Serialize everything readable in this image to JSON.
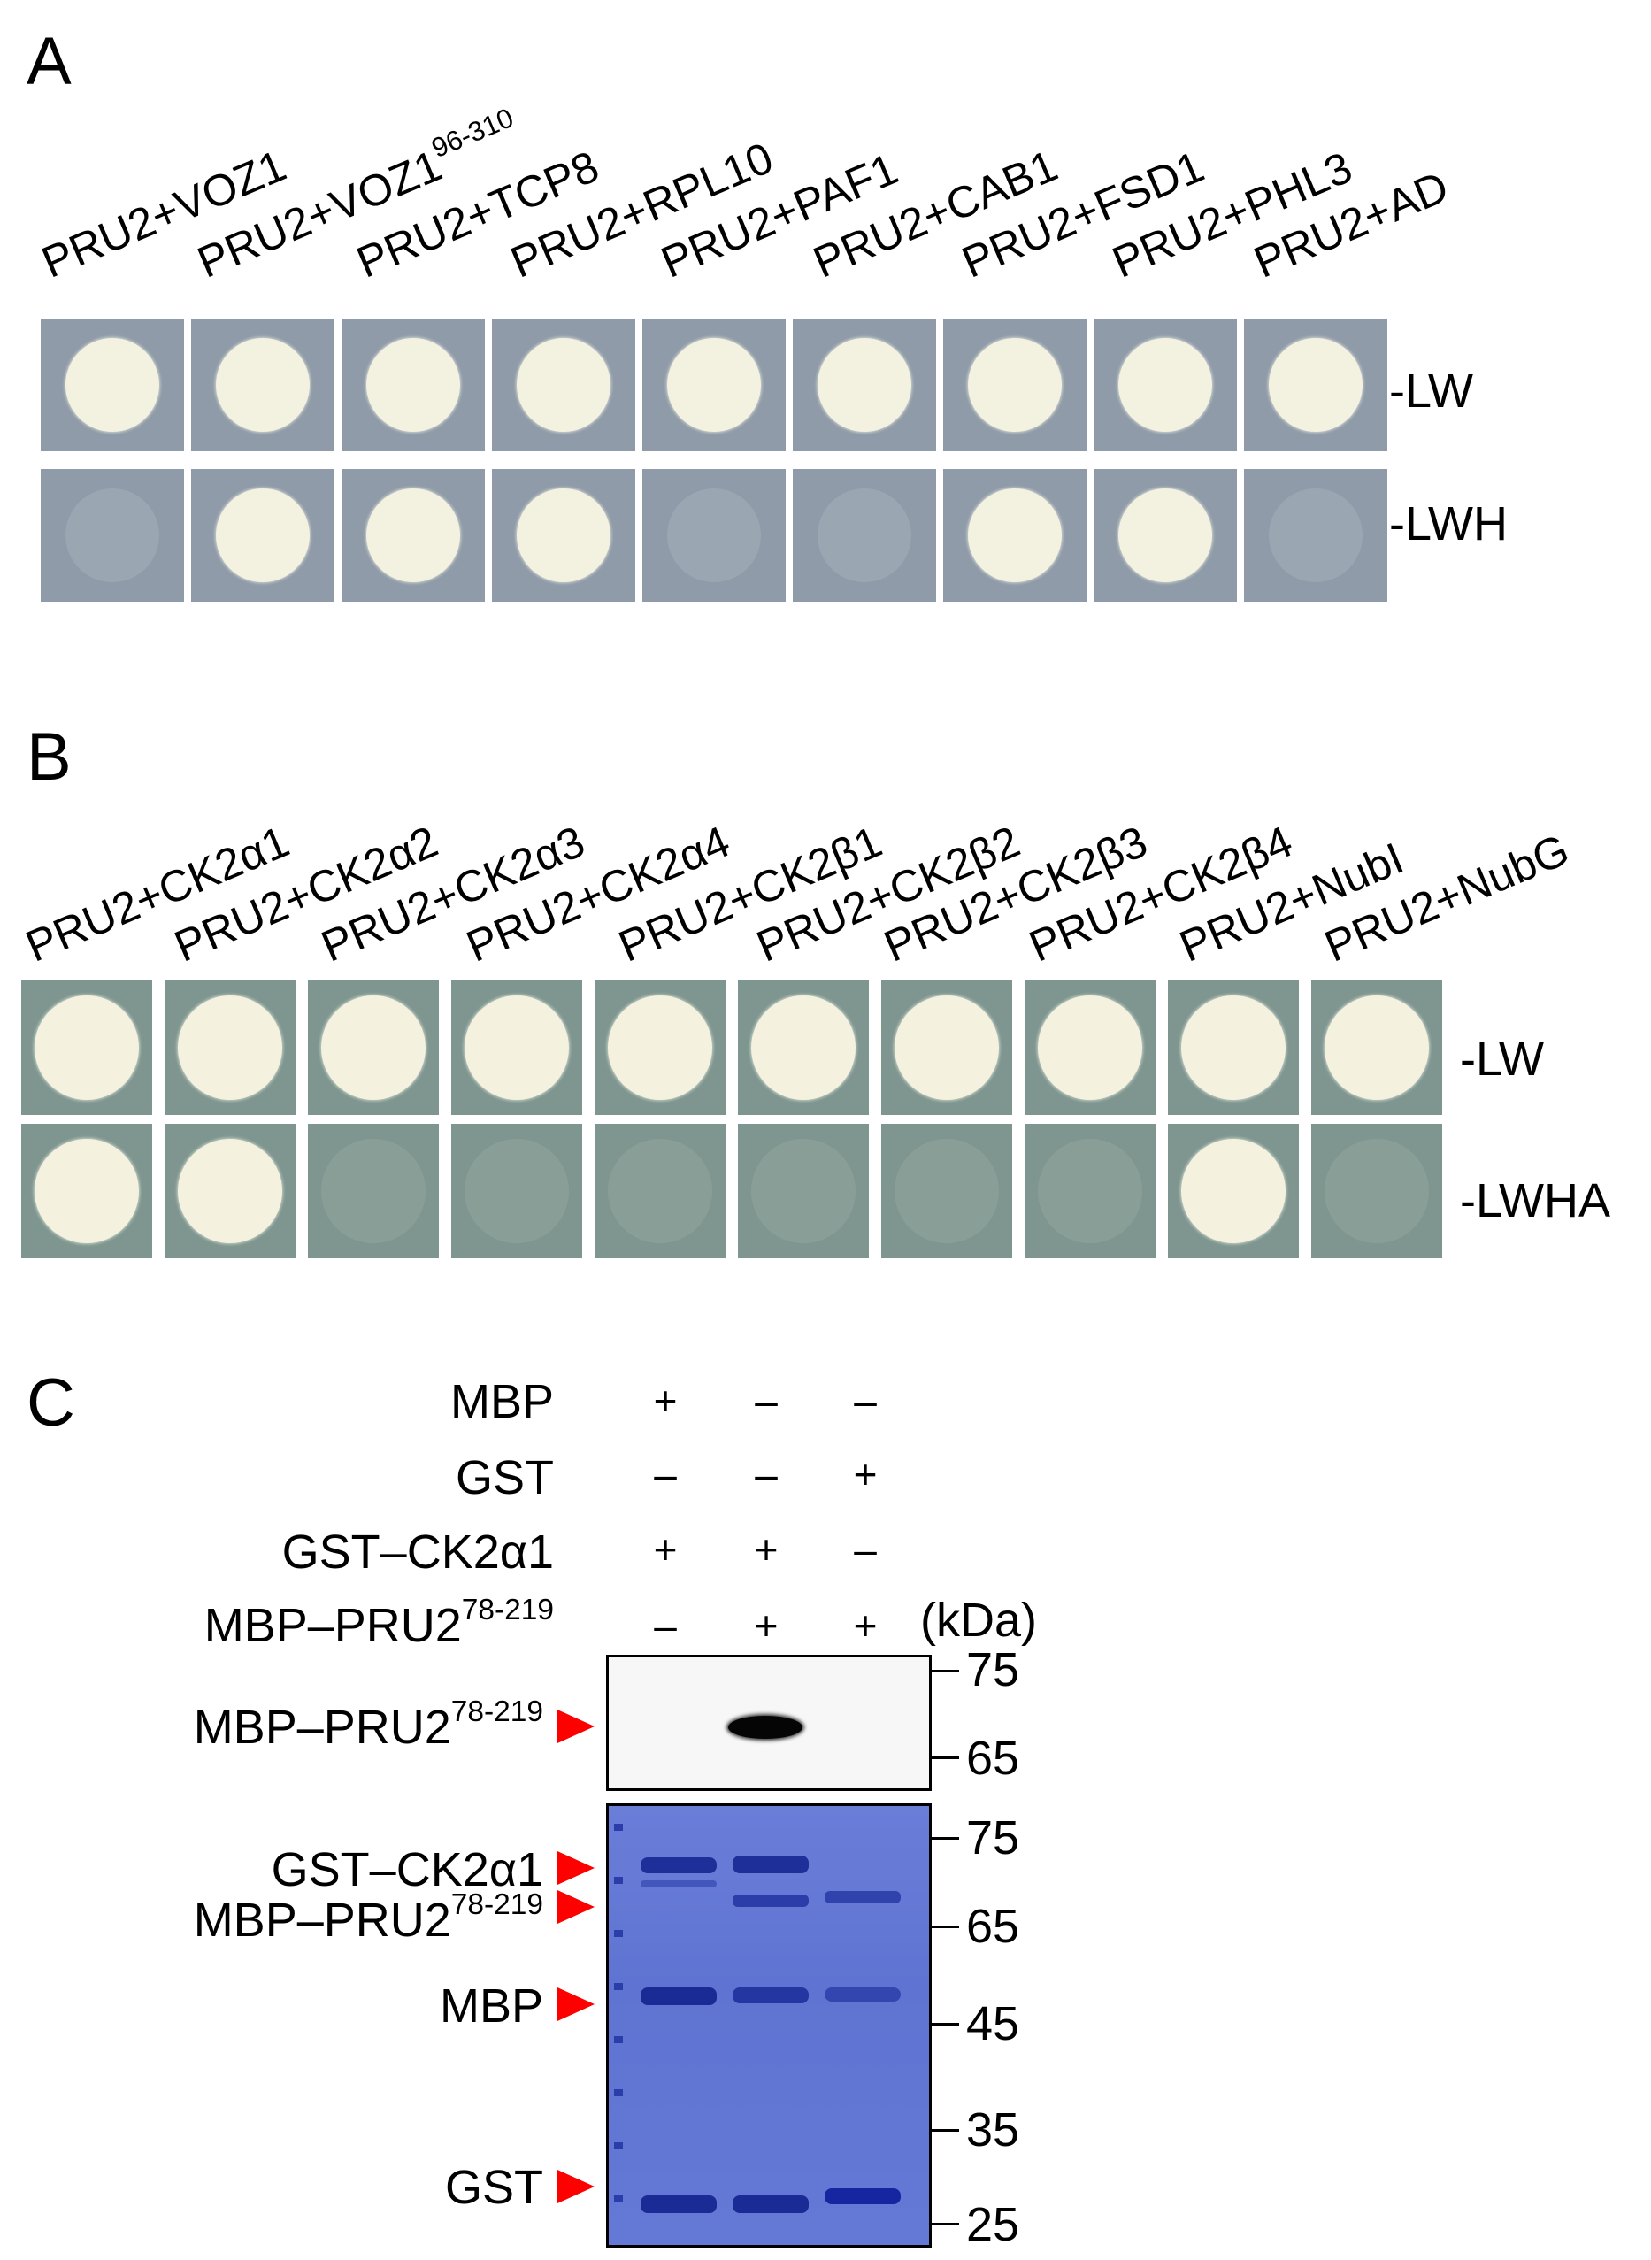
{
  "panelA": {
    "letter": "A",
    "columns": [
      "PRU2+VOZ1",
      "PRU2+VOZ1",
      "PRU2+TCP8",
      "PRU2+RPL10",
      "PRU2+PAF1",
      "PRU2+CAB1",
      "PRU2+FSD1",
      "PRU2+PHL3",
      "PRU2+AD"
    ],
    "column2_superscript": "96-310",
    "rows": [
      "-LW",
      "-LWH"
    ],
    "growth_LW": [
      1,
      1,
      1,
      1,
      1,
      1,
      1,
      1,
      1
    ],
    "growth_LWH": [
      0,
      1,
      1,
      1,
      0,
      0,
      1,
      1,
      0
    ]
  },
  "panelB": {
    "letter": "B",
    "columns": [
      "PRU2+CK2α1",
      "PRU2+CK2α2",
      "PRU2+CK2α3",
      "PRU2+CK2α4",
      "PRU2+CK2β1",
      "PRU2+CK2β2",
      "PRU2+CK2β3",
      "PRU2+CK2β4",
      "PRU2+NubI",
      "PRU2+NubG"
    ],
    "rows": [
      "-LW",
      "-LWHA"
    ],
    "growth_LW": [
      1,
      1,
      1,
      1,
      1,
      1,
      1,
      1,
      1,
      1
    ],
    "growth_LWHA": [
      1,
      1,
      0,
      0,
      0,
      0,
      0,
      0,
      1,
      0
    ]
  },
  "panelC": {
    "letter": "C",
    "conditions": [
      {
        "label": "MBP",
        "sup": "",
        "signs": [
          "+",
          "–",
          "–"
        ]
      },
      {
        "label": "GST",
        "sup": "",
        "signs": [
          "–",
          "–",
          "+"
        ]
      },
      {
        "label": "GST–CK2α1",
        "sup": "",
        "signs": [
          "+",
          "+",
          "–"
        ]
      },
      {
        "label": "MBP–PRU2",
        "sup": "78-219",
        "signs": [
          "–",
          "+",
          "+"
        ]
      }
    ],
    "kda_label": "(kDa)",
    "western": {
      "markers": [
        "75",
        "65"
      ],
      "band_label": "MBP–PRU2",
      "band_label_sup": "78-219"
    },
    "gel": {
      "markers": [
        "75",
        "65",
        "45",
        "35",
        "25"
      ],
      "band_labels": [
        {
          "text": "GST–CK2α1",
          "sup": ""
        },
        {
          "text": "MBP–PRU2",
          "sup": "78-219"
        },
        {
          "text": "MBP",
          "sup": ""
        },
        {
          "text": "GST",
          "sup": ""
        }
      ]
    },
    "colors": {
      "arrow": "#ff0000",
      "gel": "#5a6fd0",
      "band": "#1c2fa0"
    }
  }
}
